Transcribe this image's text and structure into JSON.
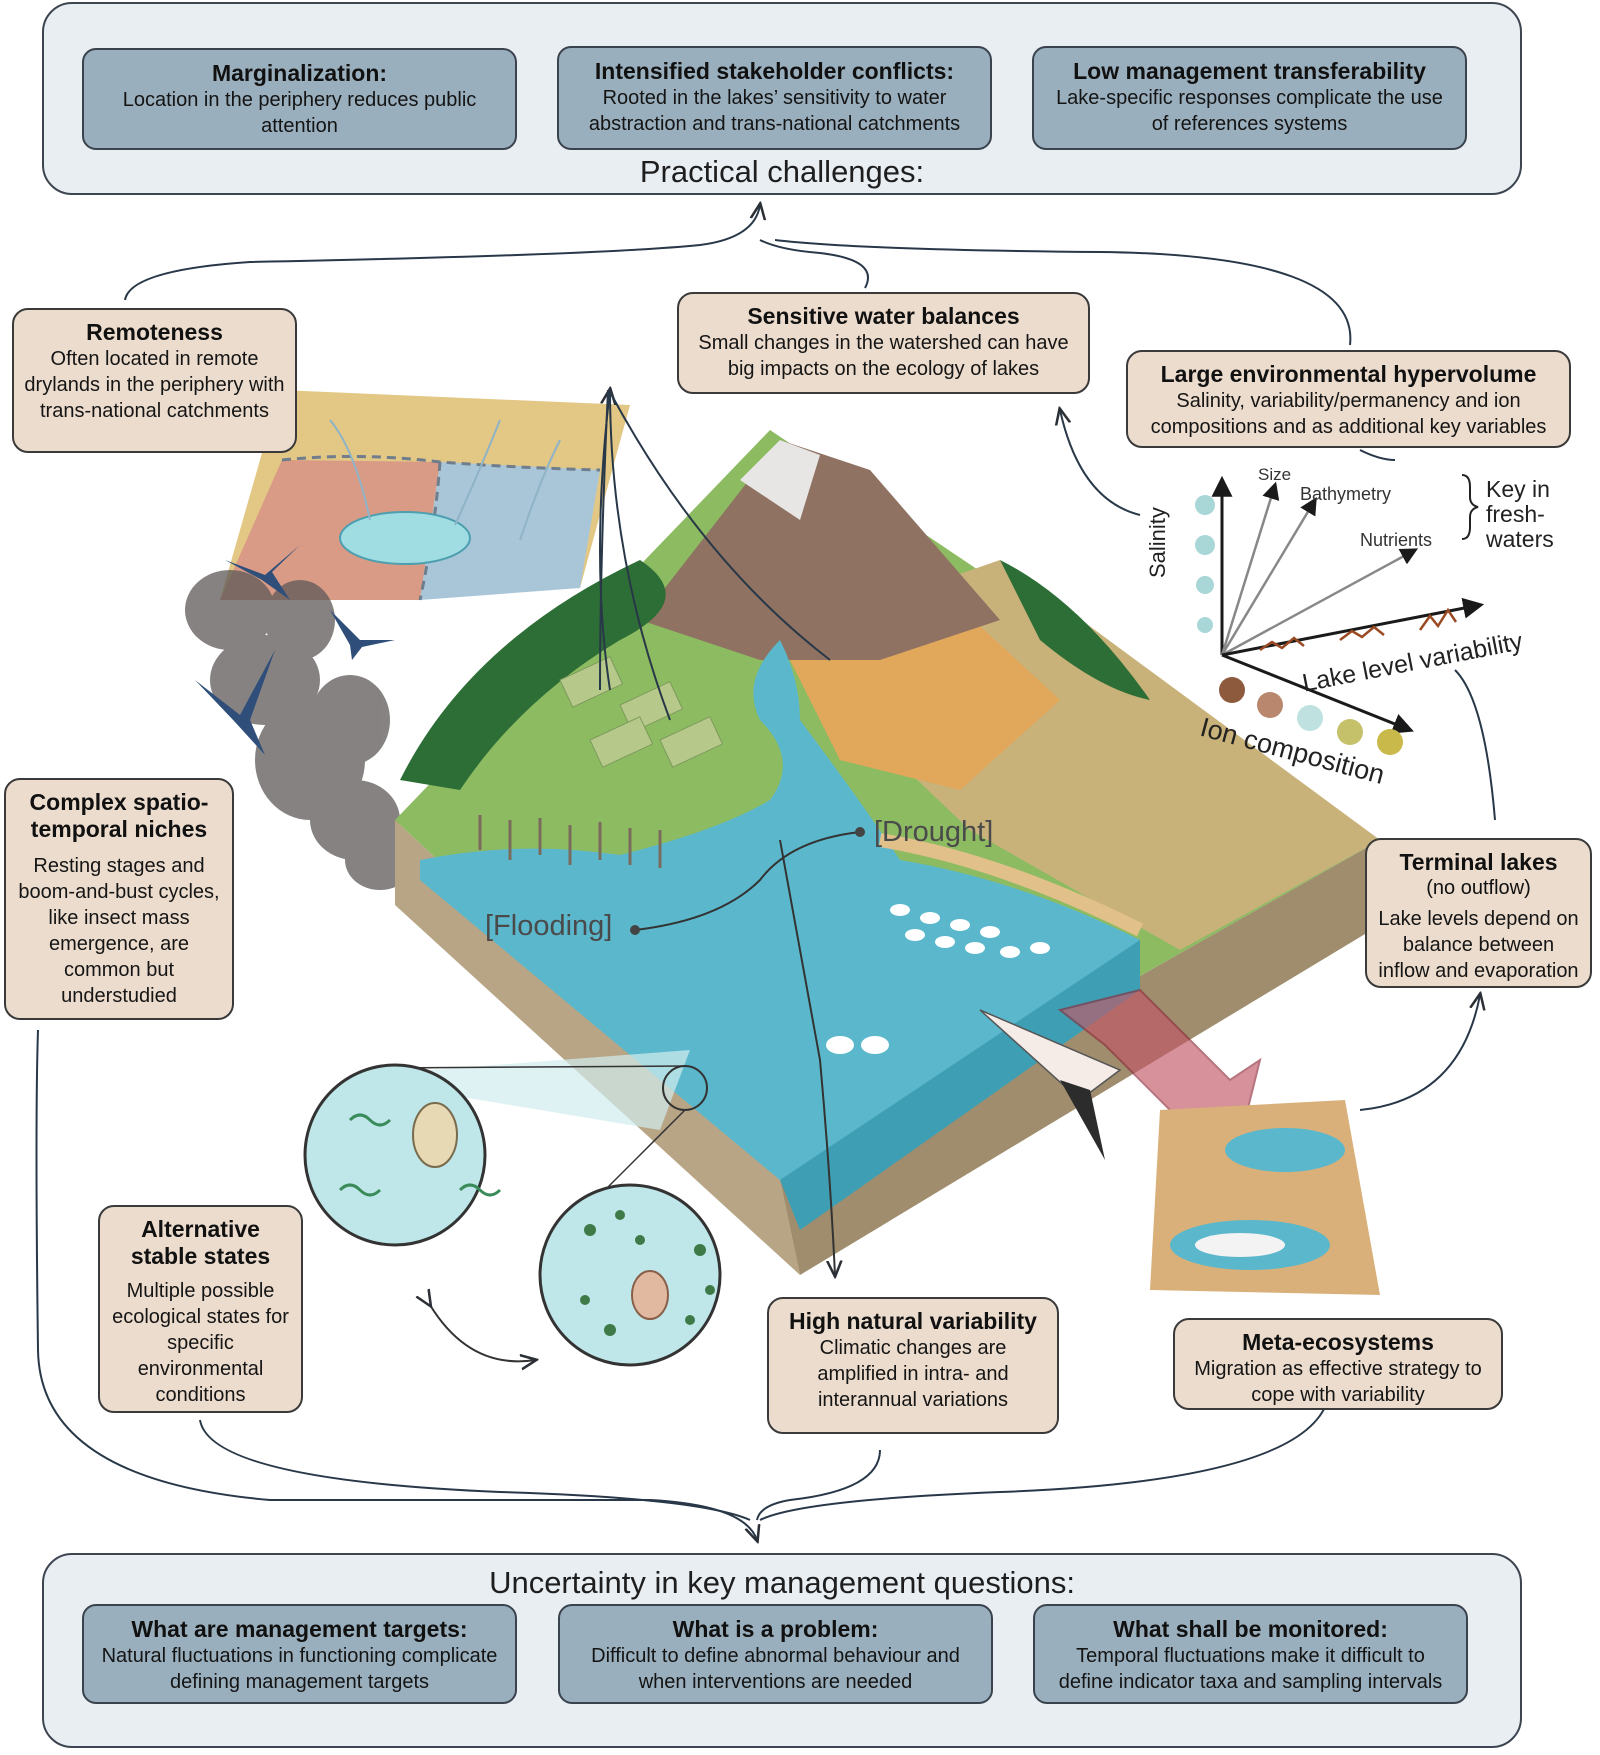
{
  "practical_challenges": {
    "title": "Practical challenges:",
    "items": [
      {
        "title": "Marginalization:",
        "text": "Location in the periphery reduces public attention"
      },
      {
        "title": "Intensified stakeholder conflicts:",
        "text": "Rooted in the lakes’ sensitivity to water abstraction and trans-national catchments"
      },
      {
        "title": "Low management transferability",
        "text": "Lake-specific responses complicate the use of references systems"
      }
    ]
  },
  "uncertainty": {
    "title": "Uncertainty in key management questions:",
    "items": [
      {
        "title": "What are management targets:",
        "text": "Natural fluctuations in functioning complicate defining management targets"
      },
      {
        "title": "What is a problem:",
        "text": "Difficult to define abnormal behaviour and when interventions are needed"
      },
      {
        "title": "What shall be monitored:",
        "text": "Temporal fluctuations make it difficult to define indicator taxa and sampling intervals"
      }
    ]
  },
  "characteristics": {
    "remoteness": {
      "title": "Remoteness",
      "text": "Often located in remote drylands in the periphery with trans-national catchments"
    },
    "sensitive_water": {
      "title": "Sensitive water balances",
      "text": "Small changes in the watershed can have big impacts on the ecology of lakes"
    },
    "hypervolume": {
      "title": "Large environmental hypervolume",
      "text": "Salinity, variability/permanency and ion compositions and as additional key variables"
    },
    "complex_niches": {
      "title": "Complex spatio-temporal niches",
      "text": "Resting stages and boom-and-bust cycles, like insect mass emergence, are common but understudied"
    },
    "terminal_lakes": {
      "title": "Terminal lakes",
      "subtitle": "(no outflow)",
      "text": "Lake levels depend on balance between inflow and evaporation"
    },
    "alt_states": {
      "title": "Alternative stable states",
      "text": "Multiple possible ecological states for specific environmental conditions"
    },
    "high_variability": {
      "title": "High natural variability",
      "text": "Climatic changes are amplified in intra- and interannual variations"
    },
    "meta_ecosystems": {
      "title": "Meta-ecosystems",
      "text": "Migration as effective strategy to cope with variability"
    }
  },
  "hypervolume_axes": {
    "size": "Size",
    "bathymetry": "Bathymetry",
    "nutrients": "Nutrients",
    "key_label": "Key in fresh-waters",
    "salinity": "Salinity",
    "lake_level": "Lake level variability",
    "ion": "Ion composition"
  },
  "landscape_labels": {
    "drought": "[Drought]",
    "flooding": "[Flooding]"
  },
  "colors": {
    "panel_fill": "#e9eef3",
    "grey_box": "#9aafbd",
    "beige_box": "#ecdccd",
    "water": "#5bb8cc",
    "arrow_red": "#b23a48"
  }
}
